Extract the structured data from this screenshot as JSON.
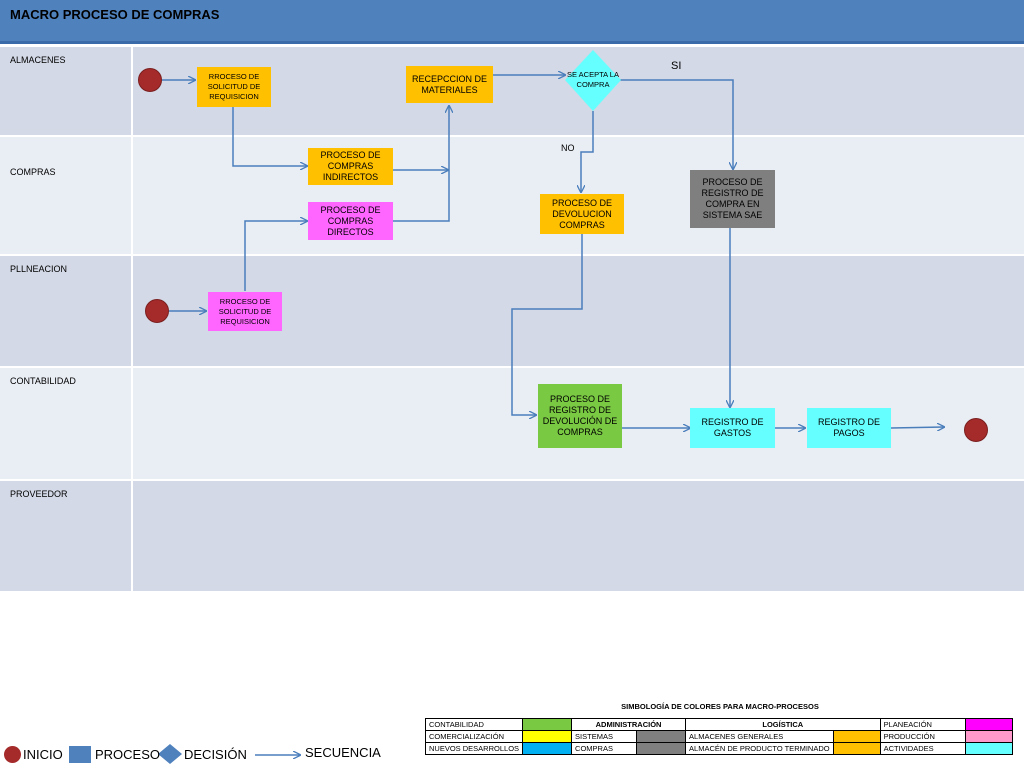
{
  "title": "MACRO PROCESO DE COMPRAS",
  "lanes": {
    "almacenes": "ALMACENES",
    "compras": "COMPRAS",
    "planeacion": "PLLNEACION",
    "contabilidad": "CONTABILIDAD",
    "proveedor": "PROVEEDOR"
  },
  "nodes": {
    "solicitud_almacen": "RROCESO DE SOLICITUD DE REQUISICION",
    "recepcion": "RECEPCCION DE MATERIALES",
    "decision": "SE ACEPTA LA COMPRA",
    "indirectos": "PROCESO DE COMPRAS INDIRECTOS",
    "directos": "PROCESO DE COMPRAS DIRECTOS",
    "devolucion": "PROCESO DE DEVOLUCION COMPRAS",
    "registro_sae": "PROCESO DE REGISTRO DE COMPRA EN SISTEMA SAE",
    "solicitud_planeacion": "RROCESO DE SOLICITUD DE REQUISICION",
    "registro_devolucion": "PROCESO DE REGISTRO DE DEVOLUCIÓN DE COMPRAS",
    "registro_gastos": "REGISTRO DE GASTOS",
    "registro_pagos": "REGISTRO DE PAGOS"
  },
  "labels": {
    "si": "SI",
    "no": "NO"
  },
  "legend": {
    "inicio": "INICIO",
    "proceso": "PROCESO",
    "decision": "DECISIÓN",
    "secuencia": "SECUENCIA"
  },
  "simbologia": {
    "title": "SIMBOLOGÍA DE COLORES PARA MACRO-PROCESOS",
    "contabilidad": "CONTABILIDAD",
    "administracion": "ADMINISTRACIÓN",
    "logistica": "LOGÍSTICA",
    "planeacion": "PLANEACIÓN",
    "comercializacion": "COMERCIALIZACIÓN",
    "sistemas": "SISTEMAS",
    "almacenes_generales": "ALMACENES GENERALES",
    "produccion": "PRODUCCIÓN",
    "nuevos_desarrollos": "NUEVOS DESARROLLOS",
    "compras": "COMPRAS",
    "almacen_producto_terminado": "ALMACÉN DE PRODUCTO TERMINADO",
    "actividades": "ACTIVIDADES"
  },
  "colors": {
    "title_bar": "#4f81bd",
    "lane_dark": "#d3d9e6",
    "lane_light": "#e9edf4",
    "orange": "#ffc000",
    "magenta": "#ff66ff",
    "gray": "#7f7f7f",
    "green": "#7ac943",
    "cyan": "#66ffff",
    "start_end": "#a52a2a",
    "arrow": "#4a7ebb"
  }
}
